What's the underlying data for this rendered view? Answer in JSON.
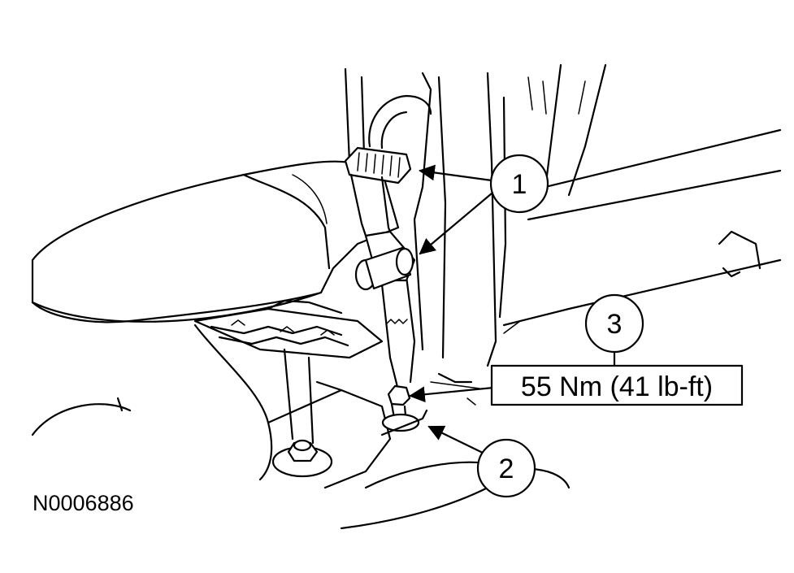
{
  "callouts": {
    "c1": "1",
    "c2": "2",
    "c3": "3"
  },
  "torque_spec": "55 Nm (41 lb-ft)",
  "figure_id": "N0006886"
}
